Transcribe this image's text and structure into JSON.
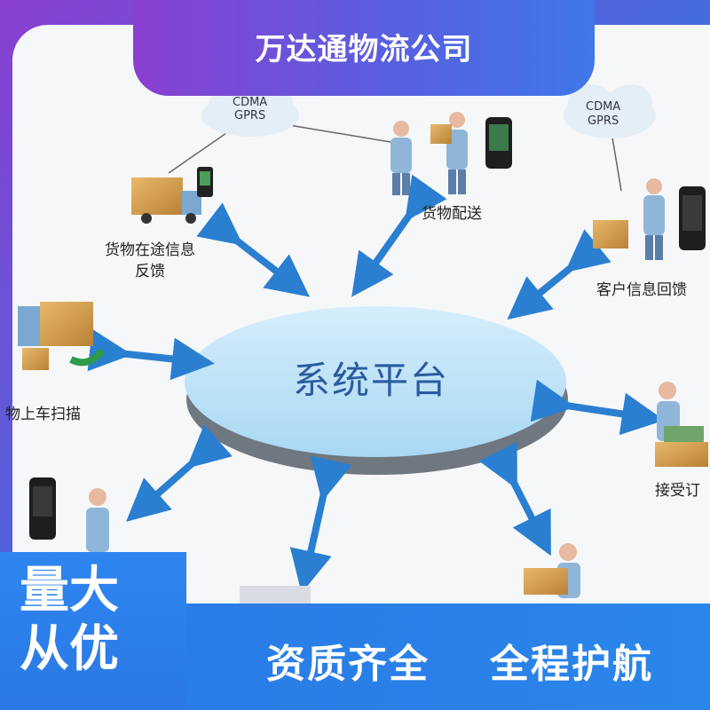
{
  "header": {
    "title": "万达通物流公司"
  },
  "diagram": {
    "center_label": "系统平台",
    "clouds": [
      {
        "line1": "CDMA",
        "line2": "GPRS"
      },
      {
        "line1": "CDMA",
        "line2": "GPRS"
      }
    ],
    "nodes": [
      {
        "label": "货物在途信息",
        "label2": "反馈"
      },
      {
        "label": "货物配送"
      },
      {
        "label": "客户信息回馈"
      },
      {
        "label": "物上车扫描"
      },
      {
        "label": "接受订"
      }
    ]
  },
  "footer": {
    "badge_line1": "量大",
    "badge_line2": "从优",
    "slogan1": "资质齐全",
    "slogan2": "全程护航"
  },
  "colors": {
    "primary_blue": "#2a78e4",
    "purple": "#8a3fd0",
    "platform_fill": "#bfe3f7",
    "arrow": "#2a7fd0"
  }
}
